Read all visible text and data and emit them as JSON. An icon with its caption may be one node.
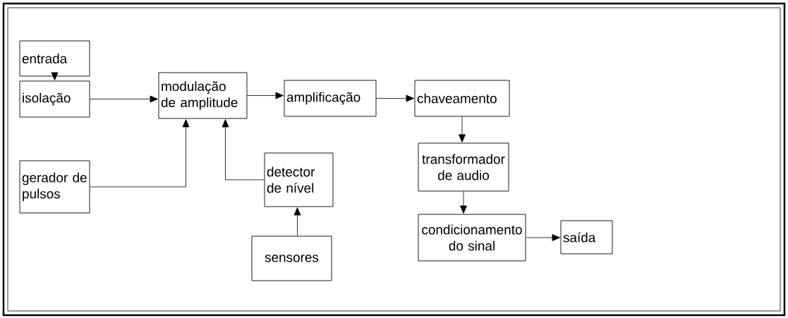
{
  "diagram": {
    "nodes": [
      {
        "text": [
          "entrada"
        ]
      },
      {
        "text": [
          "isolação"
        ]
      },
      {
        "text": [
          "modulação de amplitude"
        ]
      },
      {
        "text": [
          "amplificação"
        ]
      },
      {
        "text": [
          "chaveamento"
        ]
      },
      {
        "text": [
          "gerador de pulsos"
        ]
      },
      {
        "text": [
          "detector de nível"
        ]
      },
      {
        "text": [
          "sensores"
        ]
      },
      {
        "text": [
          "transformador de audio"
        ]
      },
      {
        "text": [
          "condicionamento do sinal"
        ]
      },
      {
        "text": [
          "saída"
        ]
      }
    ],
    "edges": [
      {
        "from": 0,
        "to": 1,
        "arrow": "to"
      },
      {
        "from": 1,
        "to": 2,
        "arrow": "to"
      },
      {
        "from": 2,
        "to": 3,
        "arrow": "to"
      },
      {
        "from": 3,
        "to": 4,
        "arrow": "to"
      },
      {
        "from": 5,
        "to": 2,
        "arrow": "to"
      },
      {
        "from": 6,
        "to": 2,
        "arrow": "to"
      },
      {
        "from": 7,
        "to": 6,
        "arrow": "to"
      },
      {
        "from": 4,
        "to": 8,
        "arrow": "to"
      },
      {
        "from": 8,
        "to": 9,
        "arrow": "to"
      },
      {
        "from": 9,
        "to": 10,
        "arrow": "to"
      }
    ]
  }
}
